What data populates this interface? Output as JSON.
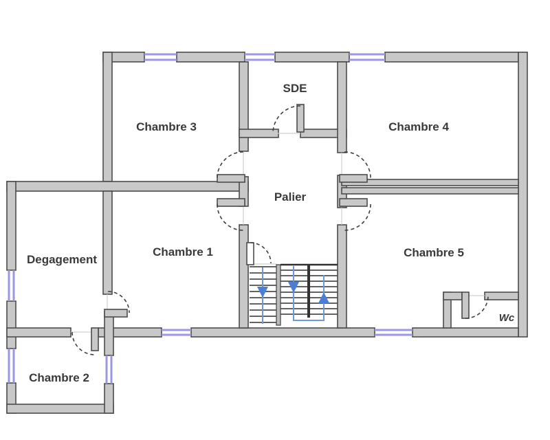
{
  "floorplan": {
    "rooms": [
      {
        "id": "chambre-3",
        "label": "Chambre 3"
      },
      {
        "id": "sde",
        "label": "SDE"
      },
      {
        "id": "chambre-4",
        "label": "Chambre 4"
      },
      {
        "id": "palier",
        "label": "Palier"
      },
      {
        "id": "chambre-1",
        "label": "Chambre 1"
      },
      {
        "id": "chambre-5",
        "label": "Chambre 5"
      },
      {
        "id": "degagement",
        "label": "Degagement"
      },
      {
        "id": "chambre-2",
        "label": "Chambre 2"
      },
      {
        "id": "wc",
        "label": "Wc"
      }
    ],
    "stairs": {
      "direction_arrows": [
        "down",
        "down",
        "up"
      ]
    },
    "features": {
      "window_count": 8,
      "door_count": 9
    },
    "colors": {
      "wall_fill": "#c8c8c8",
      "wall_outline": "#4b4b4b",
      "window_blue": "#9b97e4",
      "stair_guide_blue": "#6d96dc",
      "stair_arrow_blue": "#4a7fd4",
      "door_arc": "#3f3f3f",
      "label_text": "#3a3a3a",
      "background": "#ffffff"
    }
  }
}
